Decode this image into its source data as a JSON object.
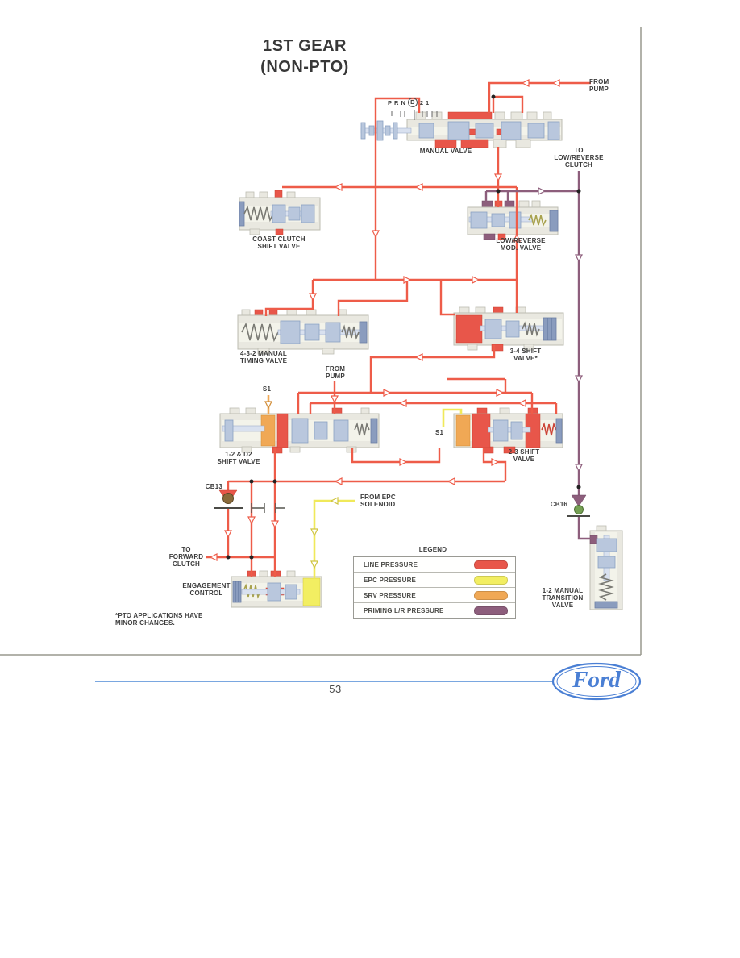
{
  "page": {
    "title": "1ST GEAR\n(NON-PTO)",
    "page_number": "53",
    "footnote": "*PTO APPLICATIONS HAVE\nMINOR CHANGES.",
    "brand": "Ford"
  },
  "gear_selector": {
    "positions": [
      "P",
      "R",
      "N",
      "D",
      "2",
      "1"
    ],
    "selected": "D"
  },
  "labels": {
    "from_pump_top": "FROM\nPUMP",
    "manual_valve": "MANUAL VALVE",
    "to_low_reverse_clutch": "TO\nLOW/REVERSE\nCLUTCH",
    "coast_clutch_shift_valve": "COAST CLUTCH\nSHIFT VALVE",
    "low_reverse_mod_valve": "LOW/REVERSE\nMOD. VALVE",
    "manual_timing_valve": "4-3-2 MANUAL\nTIMING VALVE",
    "shift_valve_3_4": "3-4 SHIFT\nVALVE*",
    "from_pump_mid": "FROM\nPUMP",
    "s1_left": "S1",
    "s1_right": "S1",
    "shift_valve_1_2": "1-2 & D2\nSHIFT VALVE",
    "shift_valve_2_3": "2-3 SHIFT\nVALVE",
    "cb13": "CB13",
    "cb16": "CB16",
    "from_epc_solenoid": "FROM EPC\nSOLENOID",
    "to_forward_clutch": "TO\nFORWARD\nCLUTCH",
    "engagement_control": "ENGAGEMENT\nCONTROL",
    "transition_valve_1_2": "1-2 MANUAL\nTRANSITION\nVALVE"
  },
  "legend": {
    "title": "LEGEND",
    "items": [
      {
        "label": "LINE PRESSURE",
        "color": "#e8564a"
      },
      {
        "label": "EPC PRESSURE",
        "color": "#f2ee62"
      },
      {
        "label": "SRV PRESSURE",
        "color": "#f0a855"
      },
      {
        "label": "PRIMING L/R PRESSURE",
        "color": "#8d5e7c"
      }
    ]
  }
}
